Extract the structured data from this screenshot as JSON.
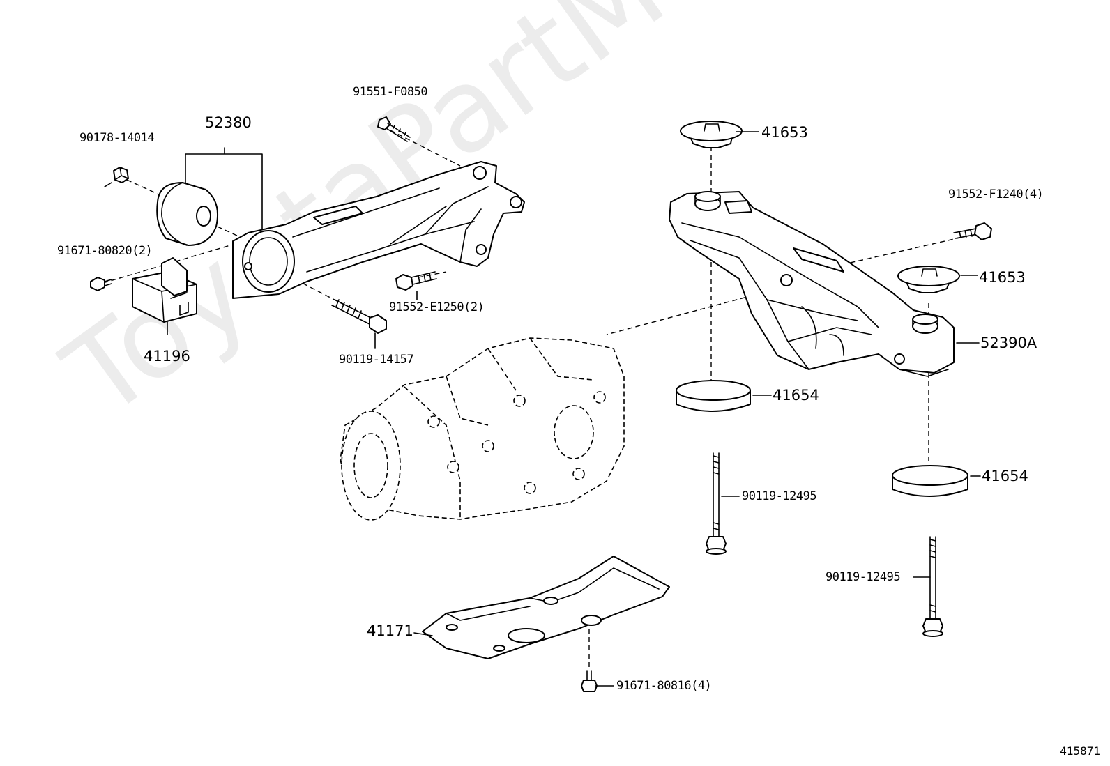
{
  "watermark": "ToyotaPartMe.ru",
  "figure_ref": "415871",
  "labels": {
    "p91551_F0850": "91551-F0850",
    "p90178_14014": "90178-14014",
    "p52380": "52380",
    "p91671_80820": "91671-80820(2)",
    "p41196": "41196",
    "p91552_E1250": "91552-E1250(2)",
    "p90119_14157": "90119-14157",
    "p41653_a": "41653",
    "p41653_b": "41653",
    "p91552_F1240": "91552-F1240(4)",
    "p52390A": "52390A",
    "p41654_a": "41654",
    "p41654_b": "41654",
    "p90119_12495_a": "90119-12495",
    "p90119_12495_b": "90119-12495",
    "p41171": "41171",
    "p91671_80816": "91671-80816(4)"
  },
  "colors": {
    "line": "#000000",
    "background": "#ffffff",
    "watermark": "#ececec"
  }
}
